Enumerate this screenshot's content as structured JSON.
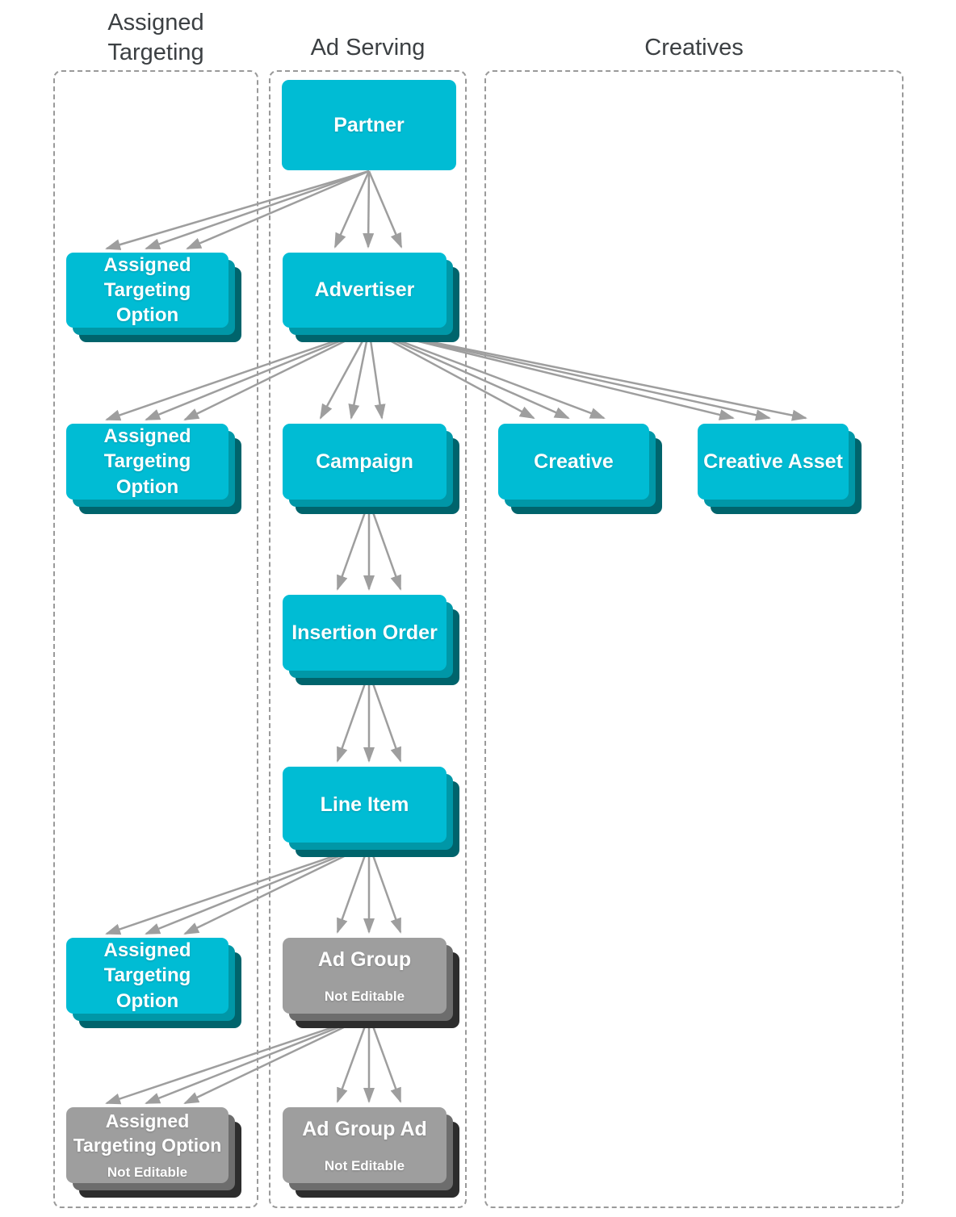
{
  "columns": [
    {
      "id": "assigned-targeting",
      "title": "Assigned\nTargeting"
    },
    {
      "id": "ad-serving",
      "title": "Ad Serving"
    },
    {
      "id": "creatives",
      "title": "Creatives"
    }
  ],
  "nodes": {
    "partner": {
      "label": "Partner"
    },
    "advertiser": {
      "label": "Advertiser"
    },
    "ato1": {
      "label": "Assigned\nTargeting\nOption"
    },
    "campaign": {
      "label": "Campaign"
    },
    "ato2": {
      "label": "Assigned\nTargeting\nOption"
    },
    "creative": {
      "label": "Creative"
    },
    "creative_asset": {
      "label": "Creative Asset"
    },
    "insertion_order": {
      "label": "Insertion Order"
    },
    "line_item": {
      "label": "Line Item"
    },
    "ad_group": {
      "label": "Ad Group",
      "sublabel": "Not Editable"
    },
    "ato3": {
      "label": "Assigned\nTargeting\nOption"
    },
    "ad_group_ad": {
      "label": "Ad Group Ad",
      "sublabel": "Not Editable"
    },
    "ato4": {
      "label": "Assigned\nTargeting Option",
      "sublabel": "Not Editable"
    }
  },
  "edges": [
    {
      "from": "partner",
      "to": "advertiser",
      "arrows": 3
    },
    {
      "from": "partner",
      "to": "ato1",
      "arrows": 3
    },
    {
      "from": "advertiser",
      "to": "campaign",
      "arrows": 3
    },
    {
      "from": "advertiser",
      "to": "ato2",
      "arrows": 3
    },
    {
      "from": "advertiser",
      "to": "creative",
      "arrows": 3
    },
    {
      "from": "advertiser",
      "to": "creative_asset",
      "arrows": 3
    },
    {
      "from": "campaign",
      "to": "insertion_order",
      "arrows": 3
    },
    {
      "from": "insertion_order",
      "to": "line_item",
      "arrows": 3
    },
    {
      "from": "line_item",
      "to": "ad_group",
      "arrows": 3
    },
    {
      "from": "line_item",
      "to": "ato3",
      "arrows": 3
    },
    {
      "from": "ad_group",
      "to": "ad_group_ad",
      "arrows": 3
    },
    {
      "from": "ad_group",
      "to": "ato4",
      "arrows": 3
    }
  ],
  "colors": {
    "teal": "#00bcd4",
    "teal_layer2": "#0097a7",
    "teal_layer3": "#00646c",
    "gray": "#9e9e9e",
    "gray_layer2": "#6d6d6d",
    "gray_layer3": "#2d2d2d",
    "arrow": "#9e9e9e",
    "border": "#9a9a9a",
    "title": "#3c4043"
  }
}
